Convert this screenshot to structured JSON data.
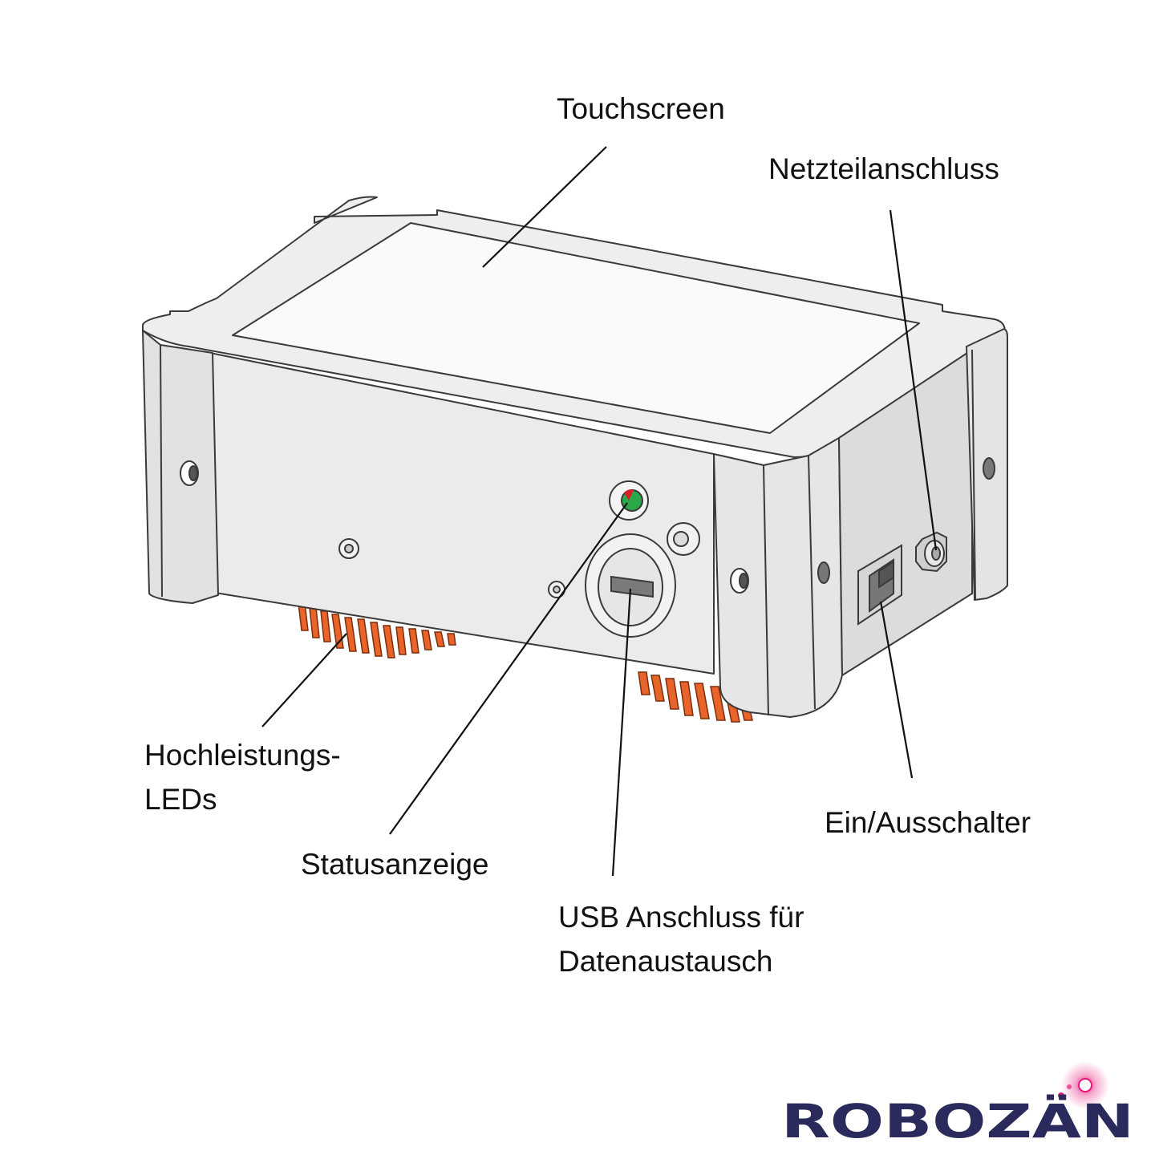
{
  "labels": {
    "touchscreen": "Touchscreen",
    "power_connector": "Netzteilanschluss",
    "leds_line1": "Hochleistungs-",
    "leds_line2": "LEDs",
    "status": "Statusanzeige",
    "usb_line1": "USB Anschluss für",
    "usb_line2": "Datenaustausch",
    "switch": "Ein/Ausschalter"
  },
  "brand": {
    "name": "ROBOZÄN",
    "color": "#2b2a5c",
    "glow_color": "#e8177a"
  },
  "colors": {
    "housing": "#ececec",
    "housing_dark": "#d9d9d9",
    "outline": "#3a3a3a",
    "heatsink": "#e8642a",
    "led_red": "#d81e2a",
    "led_green": "#2aa84a",
    "leader_line": "#111111"
  }
}
